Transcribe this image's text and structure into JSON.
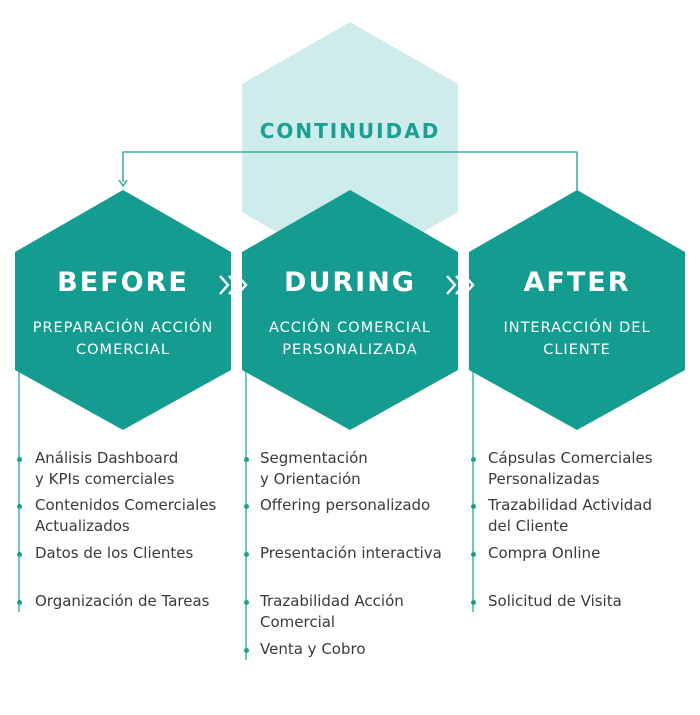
{
  "continuity": {
    "label": "CONTINUIDAD"
  },
  "colors": {
    "accent": "#159c90",
    "accent_light": "#cdeceb",
    "text": "#3a3a3a"
  },
  "phases": [
    {
      "title": "BEFORE",
      "subtitle_line1": "PREPARACIÓN ACCIÓN",
      "subtitle_line2": "COMERCIAL",
      "items": [
        {
          "line1": "Análisis Dashboard",
          "line2": "y KPIs comerciales"
        },
        {
          "line1": "Contenidos Comerciales",
          "line2": "Actualizados"
        },
        {
          "line1": "Datos de los Clientes",
          "line2": ""
        },
        {
          "line1": "Organización de Tareas",
          "line2": ""
        }
      ]
    },
    {
      "title": "DURING",
      "subtitle_line1": "ACCIÓN COMERCIAL",
      "subtitle_line2": "PERSONALIZADA",
      "items": [
        {
          "line1": "Segmentación",
          "line2": "y Orientación"
        },
        {
          "line1": "Offering personalizado",
          "line2": ""
        },
        {
          "line1": "Presentación interactiva",
          "line2": ""
        },
        {
          "line1": "Trazabilidad Acción",
          "line2": "Comercial"
        },
        {
          "line1": "Venta y Cobro",
          "line2": ""
        }
      ]
    },
    {
      "title": "AFTER",
      "subtitle_line1": "INTERACCIÓN DEL",
      "subtitle_line2": "CLIENTE",
      "items": [
        {
          "line1": "Cápsulas Comerciales",
          "line2": "Personalizadas"
        },
        {
          "line1": "Trazabilidad Actividad",
          "line2": "del Cliente"
        },
        {
          "line1": "Compra Online",
          "line2": ""
        },
        {
          "line1": "Solicitud de Visita",
          "line2": ""
        }
      ]
    }
  ]
}
